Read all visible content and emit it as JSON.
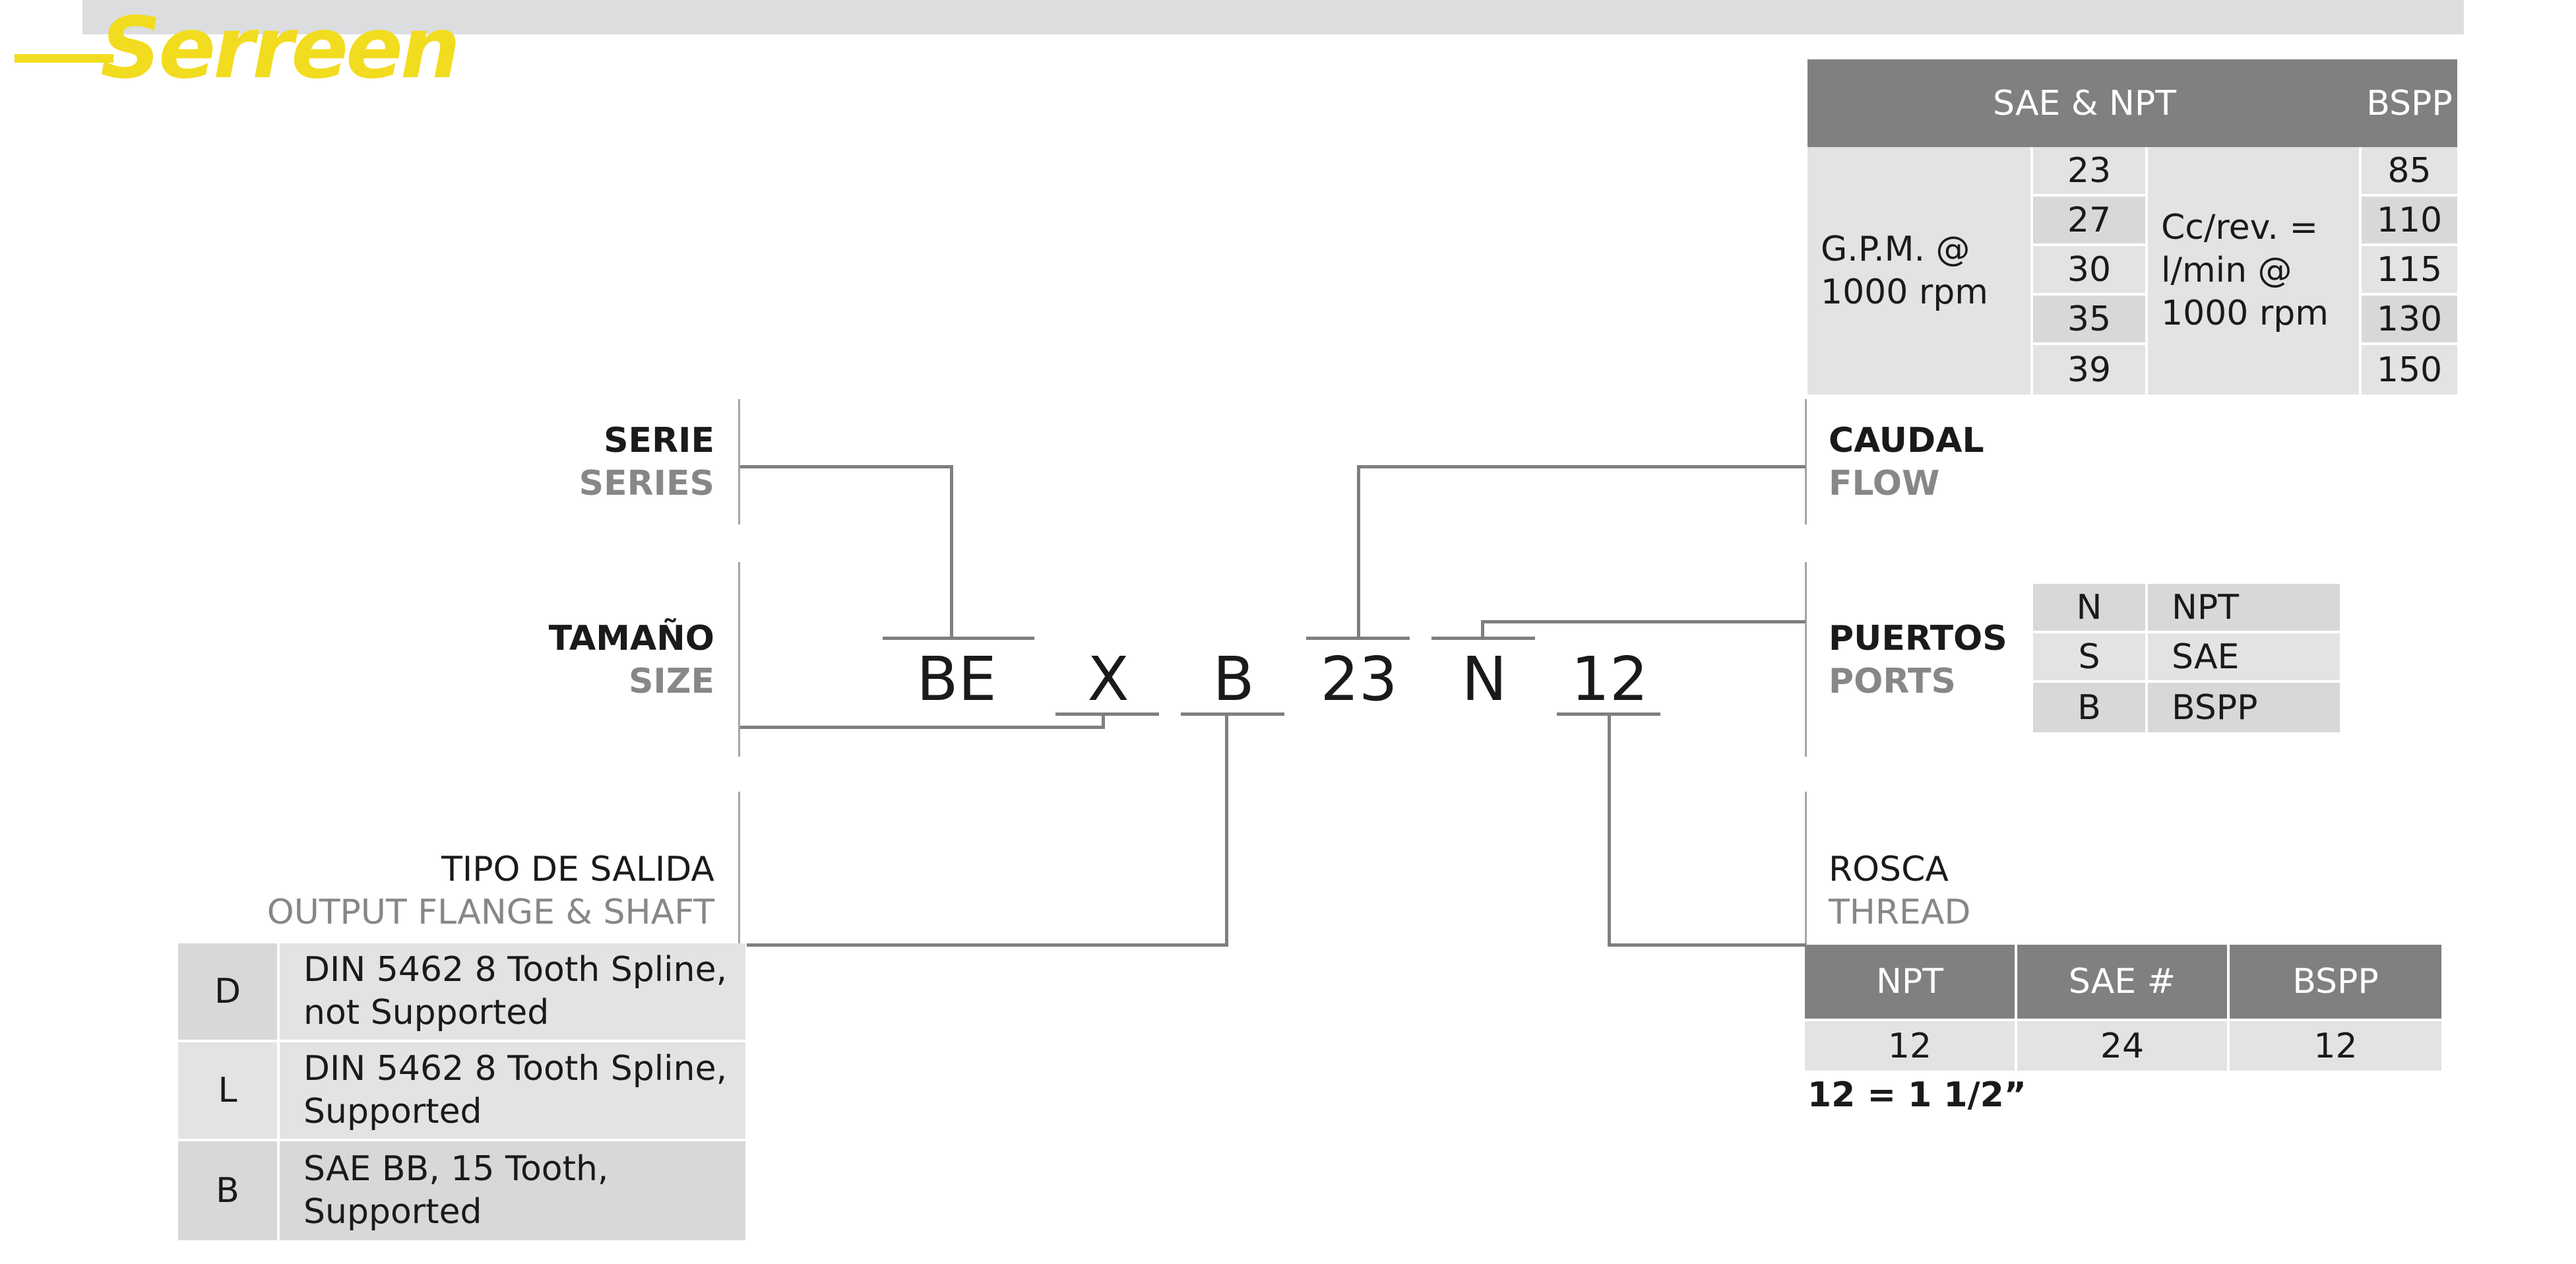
{
  "brand": {
    "name": "Serreen",
    "color": "#f2dc1f"
  },
  "labels": {
    "serie": "SERIE",
    "series": "SERIES",
    "tamano": "TAMAÑO",
    "size": "SIZE",
    "tipo": "TIPO DE SALIDA",
    "output": "OUTPUT FLANGE & SHAFT",
    "caudal": "CAUDAL",
    "flow": "FLOW",
    "puertos": "PUERTOS",
    "ports": "PORTS",
    "rosca": "ROSCA",
    "thread": "THREAD"
  },
  "code": [
    "BE",
    "X",
    "B",
    "23",
    "N",
    "12"
  ],
  "flow_table": {
    "head_left": "SAE & NPT",
    "head_right": "BSPP",
    "gpm_label": "G.P.M. @\n1000 rpm",
    "cc_label": "Cc/rev. =\nl/min @\n1000 rpm",
    "gpm": [
      "23",
      "27",
      "30",
      "35",
      "39"
    ],
    "cc": [
      "85",
      "110",
      "115",
      "130",
      "150"
    ]
  },
  "ports_table": [
    {
      "code": "N",
      "name": "NPT"
    },
    {
      "code": "S",
      "name": "SAE"
    },
    {
      "code": "B",
      "name": "BSPP"
    }
  ],
  "output_table": [
    {
      "code": "D",
      "desc": "DIN 5462 8 Tooth Spline,\nnot Supported"
    },
    {
      "code": "L",
      "desc": "DIN 5462 8 Tooth Spline,\nSupported"
    },
    {
      "code": "B",
      "desc": "SAE BB, 15 Tooth,\nSupported"
    }
  ],
  "thread_table": {
    "headers": [
      "NPT",
      "SAE #",
      "BSPP"
    ],
    "values": [
      "12",
      "24",
      "12"
    ],
    "note": "12 = 1 1/2”"
  },
  "colors": {
    "header": "#808080",
    "cell_light": "#e3e3e3",
    "cell_dark": "#d8d8d8",
    "connector": "#7f7f7f"
  }
}
